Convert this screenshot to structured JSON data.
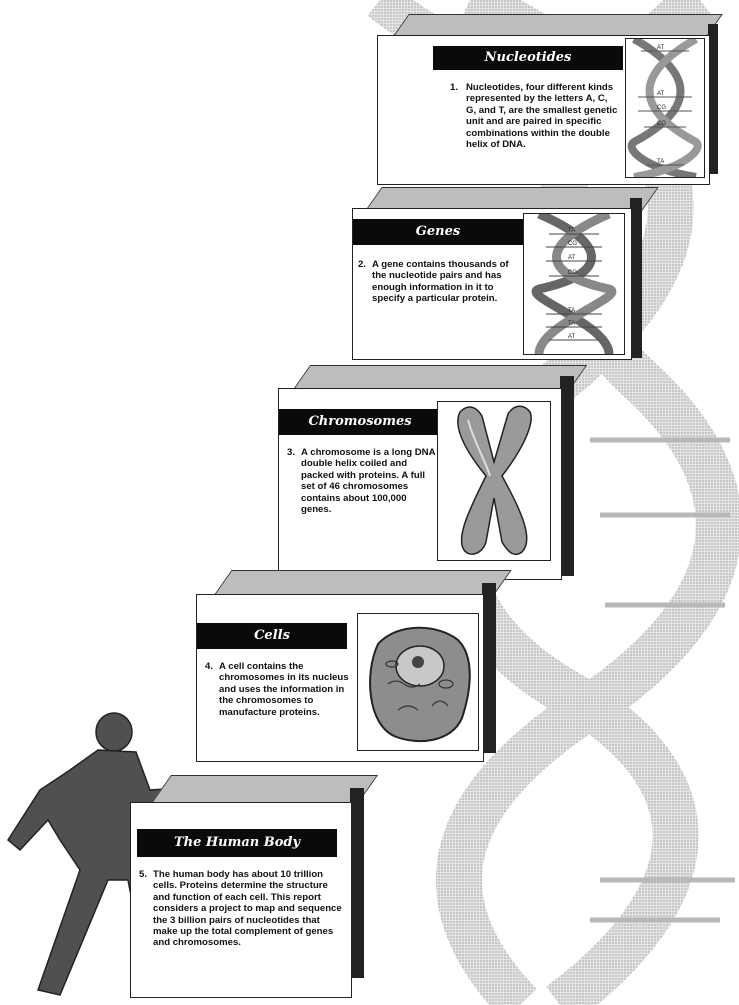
{
  "colors": {
    "bar_fill": "#0a0a0a",
    "bar_text": "#ffffff",
    "box_top": "#bdbdbd",
    "helix": "#d6d6d6"
  },
  "steps": [
    {
      "title": "Nucleotides",
      "number": "1.",
      "text": "Nucleotides, four different kinds represented by the letters A, C, G, and T, are the smallest genetic unit and are paired in specific combinations within the double helix of DNA.",
      "image": "dna-double-helix",
      "pair_labels": [
        "AT",
        "AT",
        "CG",
        "CG",
        "TA"
      ]
    },
    {
      "title": "Genes",
      "number": "2.",
      "text": "A gene contains thousands of the nucleotide pairs and has enough information in it to specify a particular protein.",
      "image": "dna-gene-segment",
      "pair_labels": [
        "TA",
        "CG",
        "AT",
        "CG",
        "TA",
        "TA",
        "AT"
      ]
    },
    {
      "title": "Chromosomes",
      "number": "3.",
      "text": "A chromosome is a long DNA double helix coiled and packed with proteins. A full set of 46 chromosomes contains about 100,000 genes.",
      "image": "chromosome"
    },
    {
      "title": "Cells",
      "number": "4.",
      "text": "A cell contains the chromosomes in its nucleus and uses the information in the chromosomes to manufacture proteins.",
      "image": "cell"
    },
    {
      "title": "The Human Body",
      "number": "5.",
      "text": "The human body has about 10 trillion cells. Proteins determine the structure and function of each cell. This report considers a project to map and sequence the 3 billion pairs of nucleotides that make up the total complement of genes and chromosomes.",
      "image": "human-figure"
    }
  ]
}
